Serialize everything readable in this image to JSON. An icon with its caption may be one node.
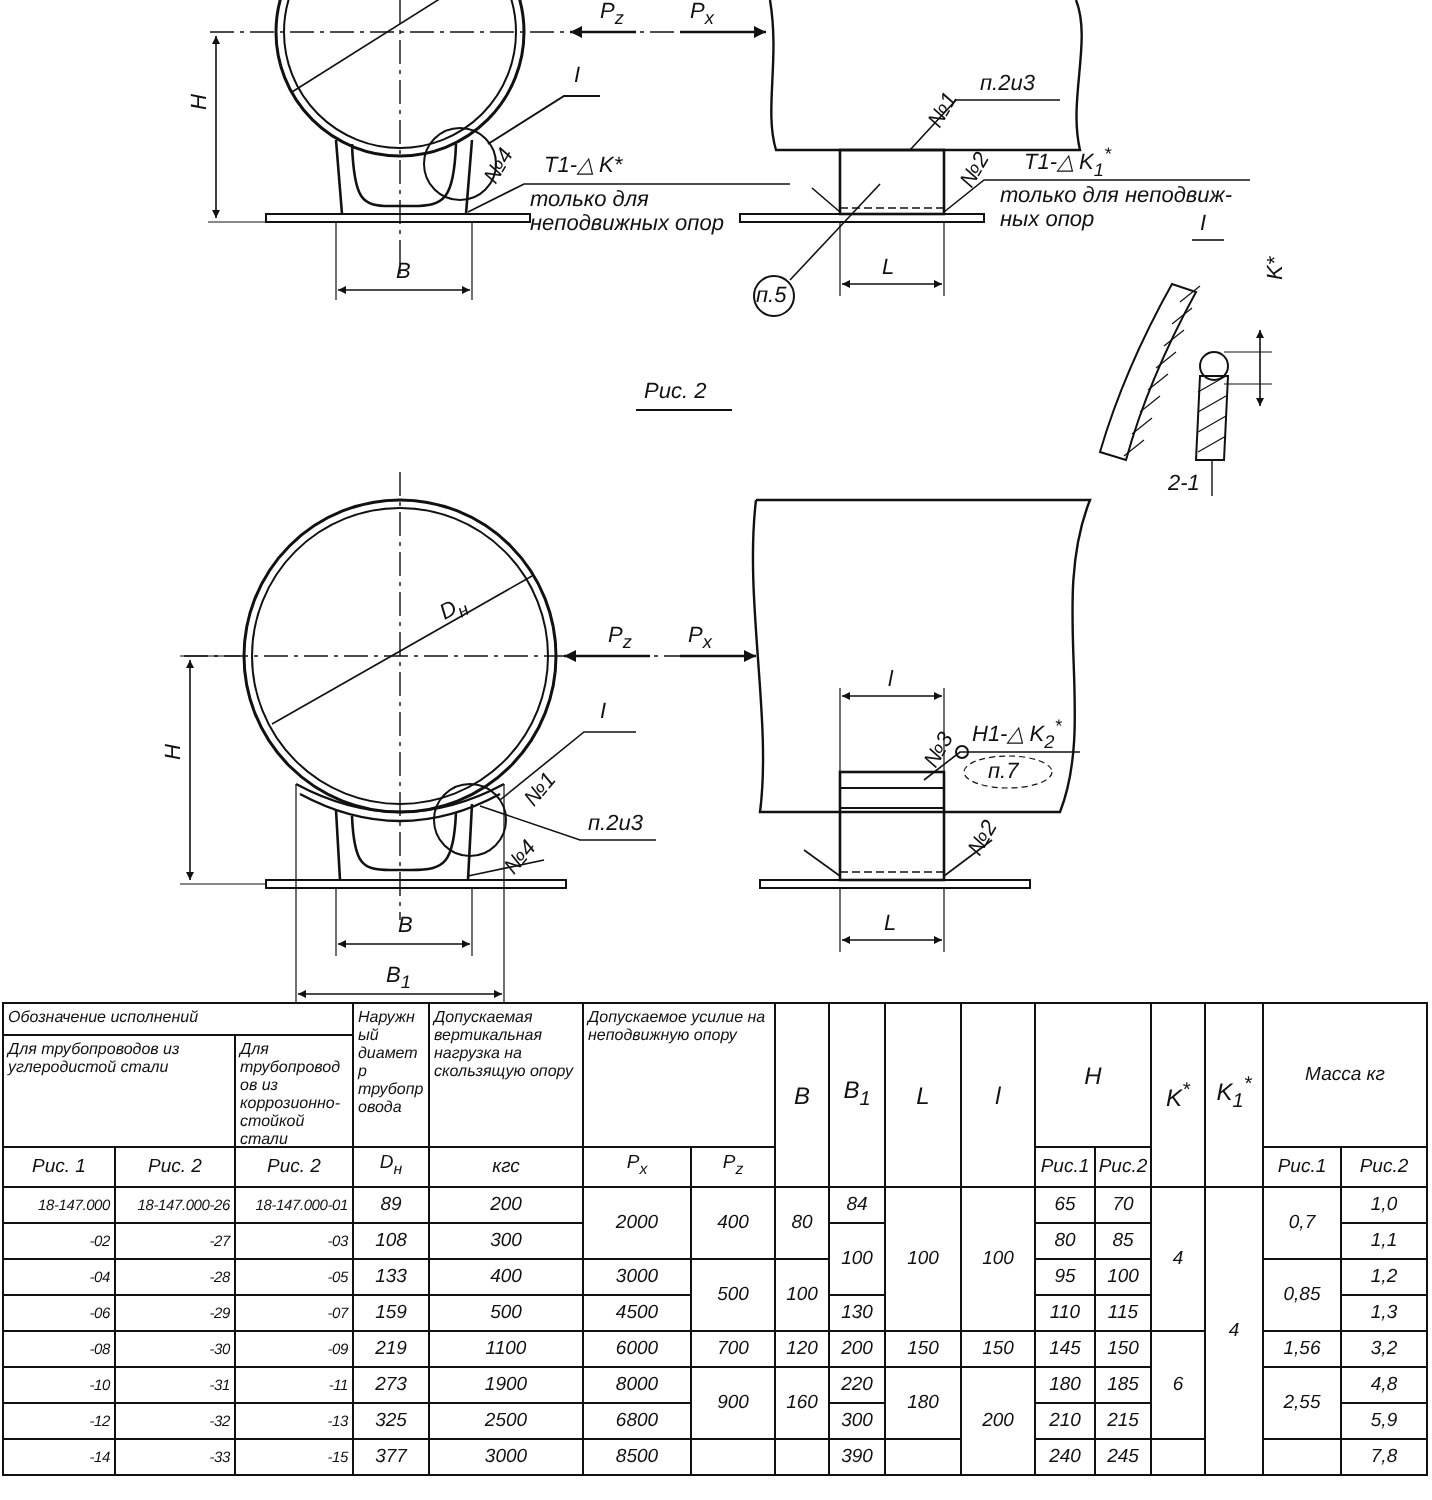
{
  "diagram": {
    "labels": [
      "P$_{z}$",
      "P$_{x}$",
      "H",
      "I",
      "№4",
      "Т1-△ K*",
      "только для неподвижных опор",
      "№1",
      "п.2и3",
      "№2",
      "Т1-△ K$_{1}$$^{*}$",
      "только для неподвиж-ных опор",
      "B",
      "п.5",
      "L",
      "I",
      "K*",
      "2-1",
      "Рис. 2",
      "D$_{н}$",
      "P$_{z}$",
      "P$_{x}$",
      "I",
      "l",
      "№3",
      "Н1-△ K$_{2}$$^{*}$",
      "п.7",
      "H",
      "№1",
      "п.2и3",
      "№4",
      "№2",
      "B",
      "L",
      "B$_{1}$",
      "Обозначение исполнений",
      "Наружный диаметр трубопровода",
      "Допускаемая вертикальная нагрузка на скользящую опору",
      "Допускаемое усилие на неподвижную опору",
      "B",
      "B$_{1}$",
      "L",
      "l",
      "H",
      "K$^{*}$",
      "K$_{1}$$^{*}$",
      "Масса кг",
      "Для трубопроводов из углеродистой стали",
      "Для трубопроводов из коррозионно-стойкой стали",
      "Рис. 1",
      "Рис. 2",
      "Рис. 2",
      "D$_{н}$",
      "кгс",
      "P$_{x}$",
      "P$_{z}$",
      "Рис.1",
      "Рис.2",
      "Рис.1",
      "Рис.2",
      "18-147.000",
      "18-147.000-26",
      "18-147.000-01",
      "89",
      "200",
      "2000",
      "400",
      "80",
      "84",
      "100",
      "100",
      "65",
      "70",
      "4",
      "4",
      "0,7",
      "1,0",
      "-02",
      "-27",
      "-03",
      "108",
      "300",
      "100",
      "80",
      "85",
      "1,1",
      "-04",
      "-28",
      "-05",
      "133",
      "400",
      "3000",
      "500",
      "100",
      "95",
      "100",
      "0,85",
      "1,2",
      "-06",
      "-29",
      "-07",
      "159",
      "500",
      "4500",
      "130",
      "110",
      "115",
      "1,3",
      "-08",
      "-30",
      "-09",
      "219",
      "1100",
      "6000",
      "700",
      "120",
      "200",
      "150",
      "150",
      "145",
      "150",
      "6",
      "1,56",
      "3,2",
      "-10",
      "-31",
      "-11",
      "273",
      "1900",
      "8000",
      "900",
      "160",
      "220",
      "180",
      "200",
      "180",
      "185",
      "2,55",
      "4,8",
      "-12",
      "-32",
      "-13",
      "325",
      "2500",
      "6800",
      "300",
      "210",
      "215",
      "5,9",
      "-14",
      "-33",
      "-15",
      "377",
      "3000",
      "8500",
      "390",
      "240",
      "245",
      "7,8"
    ]
  }
}
